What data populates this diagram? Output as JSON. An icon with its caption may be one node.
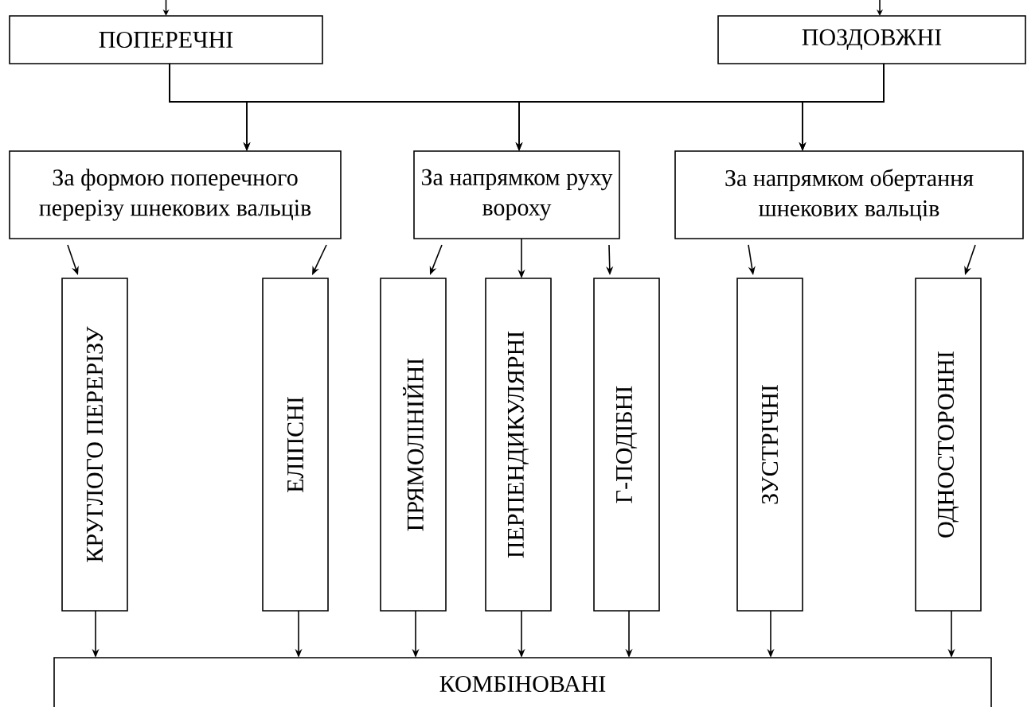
{
  "diagram": {
    "nodes": [
      {
        "text": [
          "ПОПЕРЕЧНІ"
        ]
      },
      {
        "text": [
          "ПОЗДОВЖНІ"
        ]
      },
      {
        "text": [
          "За формою поперечного перерізу шнекових вальців"
        ]
      },
      {
        "text": [
          "За напрямком руху вороху"
        ]
      },
      {
        "text": [
          "За напрямком обертання шнекових вальців"
        ]
      },
      {
        "text": [
          "КРУГЛОГО ПЕРЕРІЗУ"
        ]
      },
      {
        "text": [
          "ЕЛІПСНІ"
        ]
      },
      {
        "text": [
          "ПРЯМОЛІНІЙНІ"
        ]
      },
      {
        "text": [
          "ПЕРПЕНДИКУЛЯРНІ"
        ]
      },
      {
        "text": [
          "Г-ПОДІБНІ"
        ]
      },
      {
        "text": [
          "ЗУСТРІЧНІ"
        ]
      },
      {
        "text": [
          "ОДНОСТОРОННІ"
        ]
      },
      {
        "text": [
          "КОМБІНОВАНІ"
        ]
      }
    ],
    "edges": [
      {
        "from": null,
        "to": 0,
        "arrow": "to"
      },
      {
        "from": null,
        "to": 1,
        "arrow": "to"
      },
      {
        "from": 0,
        "to": 2,
        "arrow": "to"
      },
      {
        "from": 0,
        "to": 3,
        "arrow": "to"
      },
      {
        "from": 0,
        "to": 4,
        "arrow": "to"
      },
      {
        "from": 1,
        "to": 2,
        "arrow": "to"
      },
      {
        "from": 1,
        "to": 3,
        "arrow": "to"
      },
      {
        "from": 1,
        "to": 4,
        "arrow": "to"
      },
      {
        "from": 2,
        "to": 5,
        "arrow": "to"
      },
      {
        "from": 2,
        "to": 6,
        "arrow": "to"
      },
      {
        "from": 3,
        "to": 7,
        "arrow": "to"
      },
      {
        "from": 3,
        "to": 8,
        "arrow": "to"
      },
      {
        "from": 3,
        "to": 9,
        "arrow": "to"
      },
      {
        "from": 4,
        "to": 10,
        "arrow": "to"
      },
      {
        "from": 4,
        "to": 11,
        "arrow": "to"
      },
      {
        "from": 5,
        "to": 12,
        "arrow": "to"
      },
      {
        "from": 6,
        "to": 12,
        "arrow": "to"
      },
      {
        "from": 7,
        "to": 12,
        "arrow": "to"
      },
      {
        "from": 8,
        "to": 12,
        "arrow": "to"
      },
      {
        "from": 9,
        "to": 12,
        "arrow": "to"
      },
      {
        "from": 10,
        "to": 12,
        "arrow": "to"
      },
      {
        "from": 11,
        "to": 12,
        "arrow": "to"
      }
    ]
  }
}
